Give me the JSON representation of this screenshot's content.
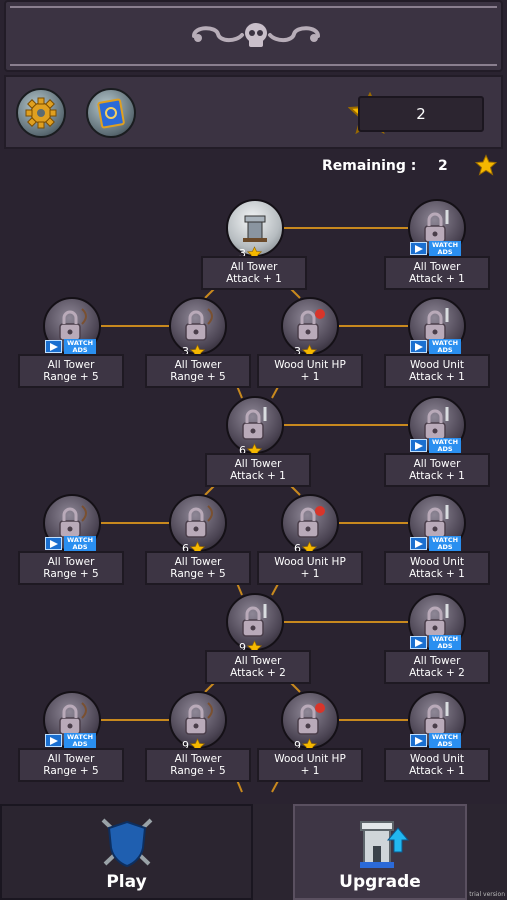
{
  "resources": {
    "stars": "2"
  },
  "remaining": {
    "label": "Remaining :",
    "value": "2"
  },
  "icons": {
    "settings": "gear-icon",
    "book": "spellbook-icon",
    "star": "star-icon",
    "play": "shield-swords-icon",
    "upgrade": "tower-upgrade-icon"
  },
  "colors": {
    "connector": "#c8891e",
    "watch": "#2a8ff0",
    "star": "#f5b800"
  },
  "watch_ads": {
    "line1": "WATCH",
    "line2": "ADS"
  },
  "nodes": [
    {
      "cost": "3",
      "label": "All Tower\nAttack + 1"
    },
    {
      "label": "All Tower\nAttack + 1"
    },
    {
      "label": "All Tower\nRange + 5"
    },
    {
      "cost": "3",
      "label": "All Tower\nRange + 5"
    },
    {
      "cost": "3",
      "label": "Wood Unit HP\n+ 1"
    },
    {
      "label": "Wood Unit\nAttack + 1"
    },
    {
      "cost": "6",
      "label": "All Tower\nAttack + 1"
    },
    {
      "label": "All Tower\nAttack + 1"
    },
    {
      "label": "All Tower\nRange + 5"
    },
    {
      "cost": "6",
      "label": "All Tower\nRange + 5"
    },
    {
      "cost": "6",
      "label": "Wood Unit HP\n+ 1"
    },
    {
      "label": "Wood Unit\nAttack + 1"
    },
    {
      "cost": "9",
      "label": "All Tower\nAttack + 2"
    },
    {
      "label": "All Tower\nAttack + 2"
    },
    {
      "label": "All Tower\nRange + 5"
    },
    {
      "cost": "9",
      "label": "All Tower\nRange + 5"
    },
    {
      "cost": "9",
      "label": "Wood Unit HP\n+ 1"
    },
    {
      "label": "Wood Unit\nAttack + 1"
    }
  ],
  "tabs": {
    "play": "Play",
    "upgrade": "Upgrade"
  },
  "watermark": "trial version"
}
